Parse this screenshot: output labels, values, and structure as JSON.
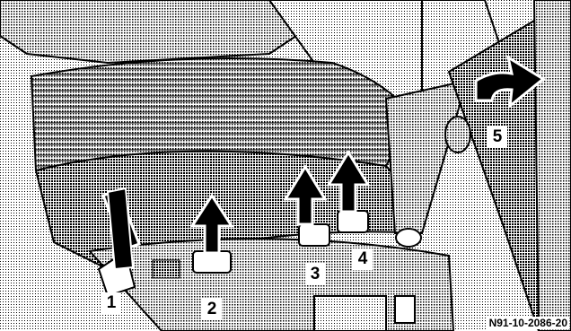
{
  "figure": {
    "reference_code": "N91-10-2086-20",
    "callouts": [
      "1",
      "2",
      "3",
      "4",
      "5"
    ]
  },
  "palette": {
    "background": "#ffffff",
    "halftone_dark": "#3a3a3a",
    "halftone_mid": "#8a8a8a",
    "halftone_light": "#c8c8c8",
    "arrow_fill": "#000000",
    "arrow_outline": "#ffffff"
  }
}
